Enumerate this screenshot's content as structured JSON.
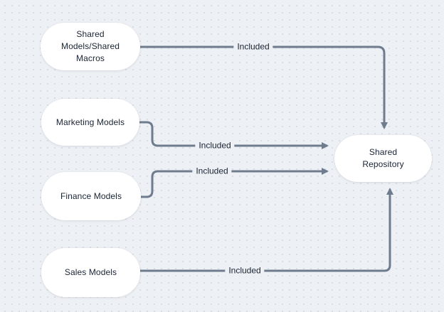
{
  "diagram": {
    "type": "flowchart",
    "colors": {
      "background": "#edf0f4",
      "grid_dot": "#d7dde5",
      "node_fill": "#ffffff",
      "text": "#1a2433",
      "connector": "#6e7c8e"
    },
    "nodes": [
      {
        "id": "shared-models",
        "label": "Shared Models/Shared Macros"
      },
      {
        "id": "marketing-models",
        "label": "Marketing Models"
      },
      {
        "id": "finance-models",
        "label": "Finance Models"
      },
      {
        "id": "sales-models",
        "label": "Sales Models"
      },
      {
        "id": "shared-repository",
        "label": "Shared Repository"
      }
    ],
    "edges": [
      {
        "from": "shared-models",
        "to": "shared-repository",
        "label": "Included",
        "arrow_enters": "top"
      },
      {
        "from": "marketing-models",
        "to": "shared-repository",
        "label": "Included",
        "arrow_enters": "left"
      },
      {
        "from": "finance-models",
        "to": "shared-repository",
        "label": "Included",
        "arrow_enters": "left"
      },
      {
        "from": "sales-models",
        "to": "shared-repository",
        "label": "Included",
        "arrow_enters": "bottom"
      }
    ]
  }
}
